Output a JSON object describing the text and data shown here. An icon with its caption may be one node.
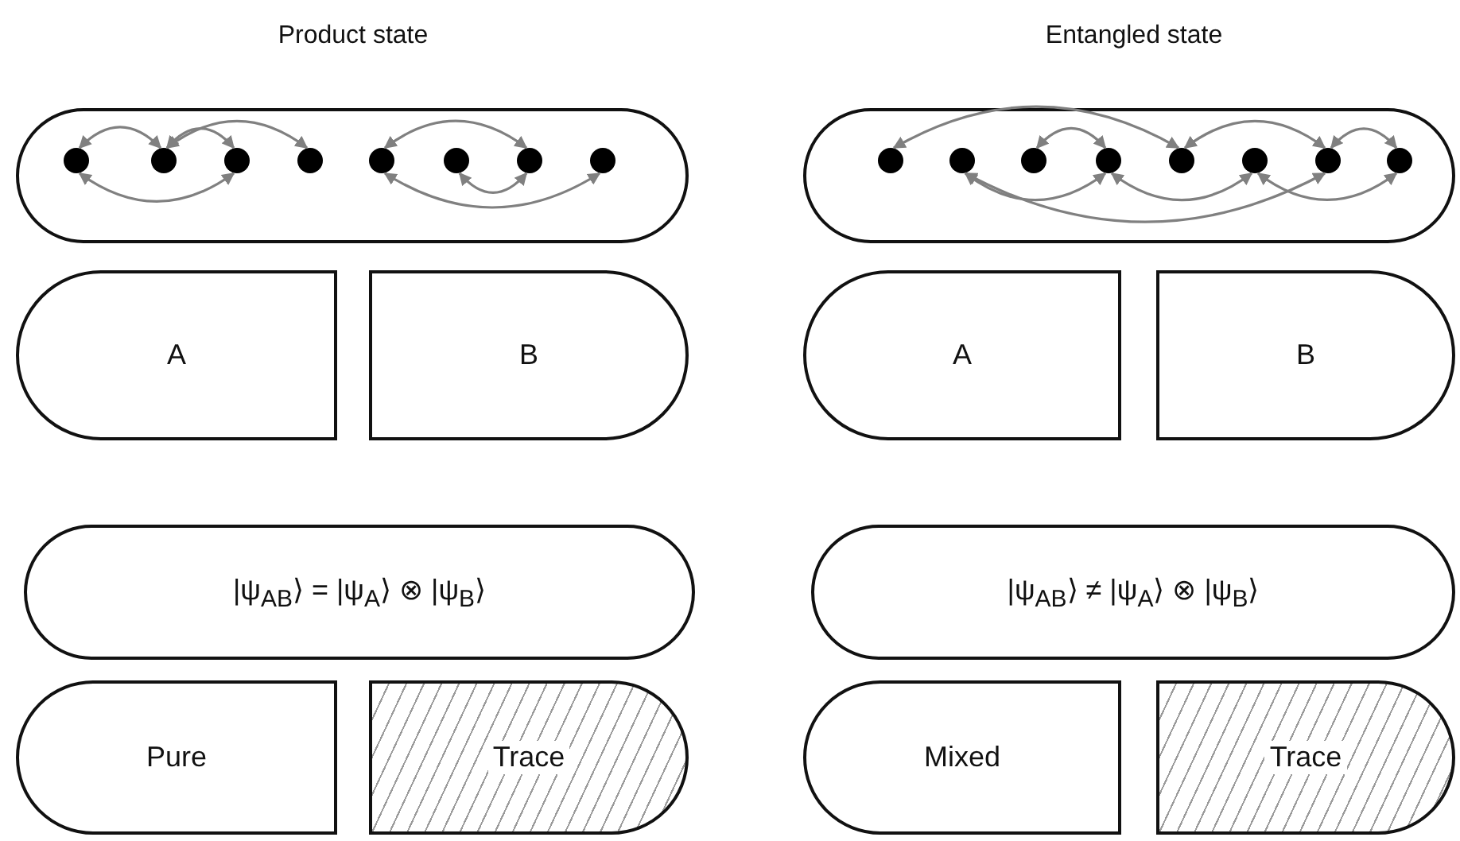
{
  "diagram": {
    "nodes": [
      {
        "text": [],
        "shape": "box"
      },
      {
        "text": [],
        "shape": "circle",
        "in": 0
      },
      {
        "text": [],
        "shape": "circle",
        "in": 0
      },
      {
        "text": [],
        "shape": "circle",
        "in": 0
      },
      {
        "text": [],
        "shape": "circle",
        "in": 0
      },
      {
        "text": [],
        "shape": "circle",
        "in": 0
      },
      {
        "text": [],
        "shape": "circle",
        "in": 0
      },
      {
        "text": [],
        "shape": "circle",
        "in": 0
      },
      {
        "text": [],
        "shape": "circle",
        "in": 0
      },
      {
        "text": [
          "A"
        ]
      },
      {
        "text": [
          "B"
        ]
      },
      {
        "text": [
          "|ψ$_{AB}$⟩ = |ψ$_{A}$⟩ ⊗ |ψ$_{B}$⟩"
        ]
      },
      {
        "text": [
          "Pure"
        ]
      },
      {
        "text": [
          "Trace"
        ]
      },
      {
        "text": [],
        "shape": "box"
      },
      {
        "text": [],
        "shape": "circle",
        "in": 14
      },
      {
        "text": [],
        "shape": "circle",
        "in": 14
      },
      {
        "text": [],
        "shape": "circle",
        "in": 14
      },
      {
        "text": [],
        "shape": "circle",
        "in": 14
      },
      {
        "text": [],
        "shape": "circle",
        "in": 14
      },
      {
        "text": [],
        "shape": "circle",
        "in": 14
      },
      {
        "text": [],
        "shape": "circle",
        "in": 14
      },
      {
        "text": [],
        "shape": "circle",
        "in": 14
      },
      {
        "text": [
          "A"
        ]
      },
      {
        "text": [
          "B"
        ]
      },
      {
        "text": [
          "|ψ$_{AB}$⟩ ≠ |ψ$_{A}$⟩ ⊗ |ψ$_{B}$⟩"
        ]
      },
      {
        "text": [
          "Mixed"
        ]
      },
      {
        "text": [
          "Trace"
        ]
      }
    ],
    "edges": [
      {
        "from": 1,
        "to": 2,
        "arrow": "both"
      },
      {
        "from": 2,
        "to": 3,
        "arrow": "both"
      },
      {
        "from": 2,
        "to": 4,
        "arrow": "both"
      },
      {
        "from": 5,
        "to": 7,
        "arrow": "both"
      },
      {
        "from": 1,
        "to": 3,
        "arrow": "both"
      },
      {
        "from": 5,
        "to": 8,
        "arrow": "both"
      },
      {
        "from": 6,
        "to": 7,
        "arrow": "both"
      },
      {
        "from": 15,
        "to": 19,
        "arrow": "both"
      },
      {
        "from": 17,
        "to": 18,
        "arrow": "both"
      },
      {
        "from": 19,
        "to": 21,
        "arrow": "both"
      },
      {
        "from": 21,
        "to": 22,
        "arrow": "both"
      },
      {
        "from": 16,
        "to": 18,
        "arrow": "both"
      },
      {
        "from": 18,
        "to": 20,
        "arrow": "both"
      },
      {
        "from": 16,
        "to": 21,
        "arrow": "both"
      },
      {
        "from": 20,
        "to": 22,
        "arrow": "both"
      }
    ],
    "labels": [
      "Product state",
      "Entangled state"
    ]
  }
}
